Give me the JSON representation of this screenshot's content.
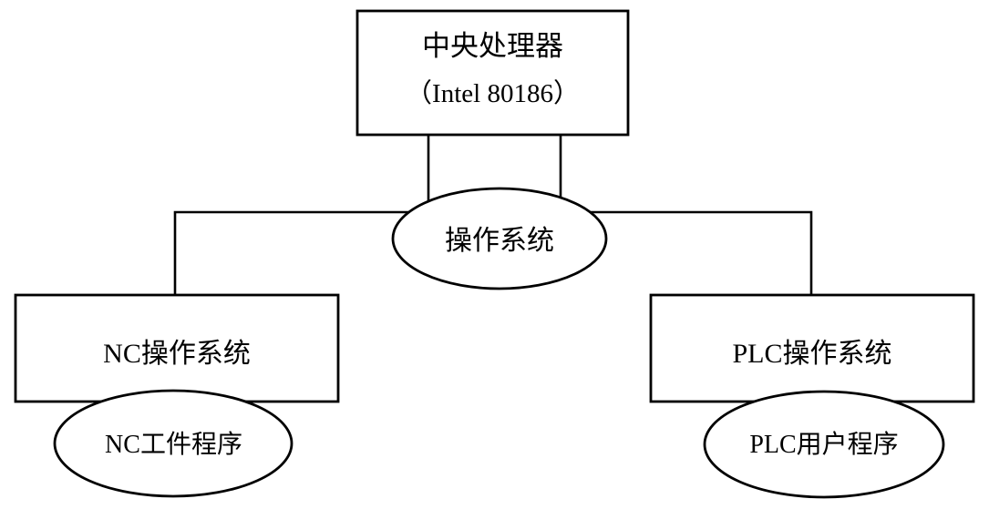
{
  "diagram": {
    "title_hidden": "",
    "background_color": "#ffffff",
    "stroke_color": "#000000",
    "nodes": {
      "cpu": {
        "shape": "rectangle",
        "title": "中央处理器",
        "subtitle": "（Intel 80186）"
      },
      "operating_system": {
        "shape": "ellipse",
        "label": "操作系统"
      },
      "nc_operating_system": {
        "shape": "rectangle",
        "label": "NC操作系统"
      },
      "plc_operating_system": {
        "shape": "rectangle",
        "label": "PLC操作系统"
      },
      "nc_part_program": {
        "shape": "ellipse",
        "label": "NC工件程序"
      },
      "plc_user_program": {
        "shape": "ellipse",
        "label": "PLC用户程序"
      }
    },
    "connections": [
      {
        "from": "cpu",
        "to": "operating_system",
        "style": "orthogonal-left"
      },
      {
        "from": "cpu",
        "to": "operating_system",
        "style": "orthogonal-right"
      },
      {
        "from": "cpu",
        "to": "nc_operating_system",
        "style": "orthogonal"
      },
      {
        "from": "cpu",
        "to": "plc_operating_system",
        "style": "orthogonal"
      }
    ]
  }
}
